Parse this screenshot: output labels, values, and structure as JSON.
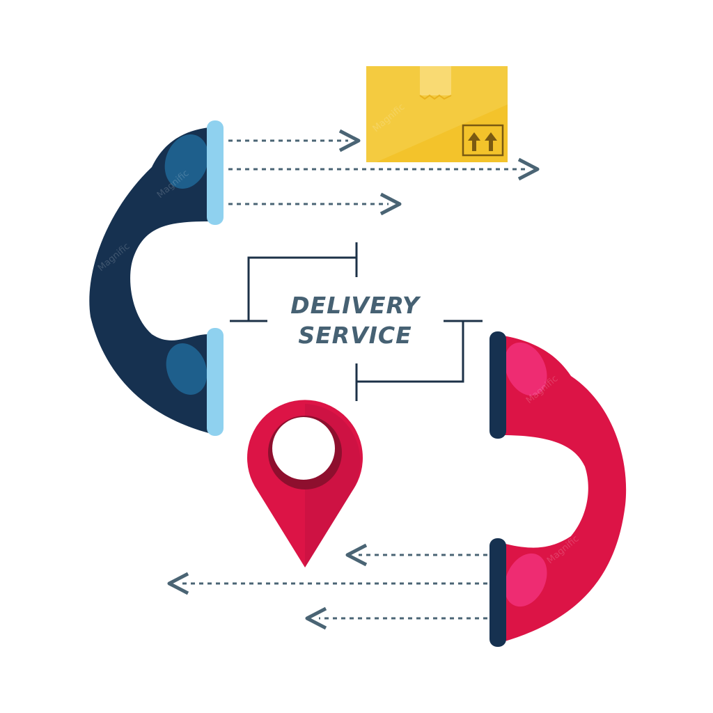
{
  "title": {
    "line1": "DELIVERY",
    "line2": "SERVICE"
  },
  "colors": {
    "background": "#ffffff",
    "navy": "#163150",
    "navy_highlight": "#1e5f8c",
    "light_blue": "#8fd1ef",
    "crimson": "#dc1446",
    "crimson_highlight": "#ee2c72",
    "crimson_dark": "#8e0f2e",
    "box_yellow": "#f3c32b",
    "box_light": "#f7d45c",
    "text_slate": "#466173",
    "arrow_slate": "#4a6474"
  },
  "icons": [
    "navy-phone-handset-icon",
    "red-phone-handset-icon",
    "cardboard-box-icon",
    "location-pin-icon",
    "this-side-up-arrows-icon"
  ],
  "watermark": "Magnific"
}
